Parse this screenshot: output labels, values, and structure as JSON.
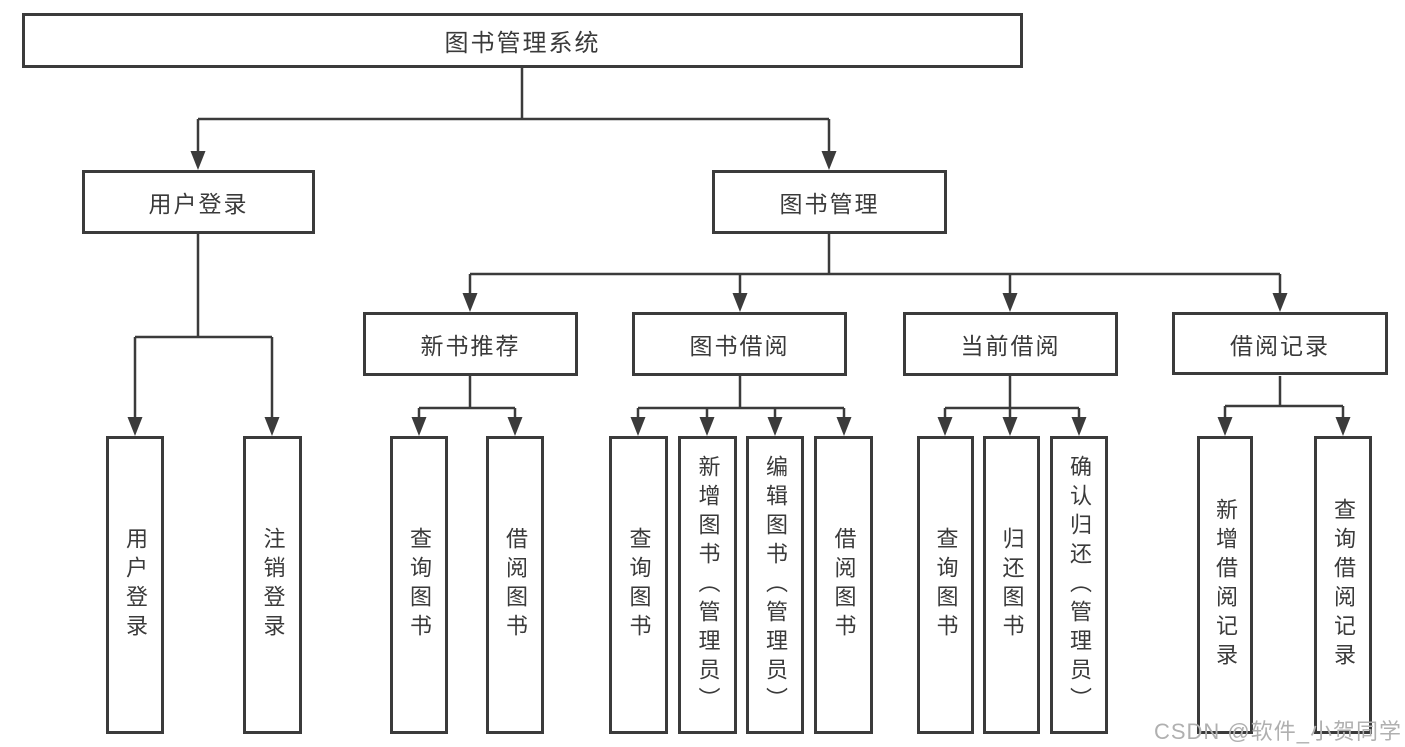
{
  "colors": {
    "line": "#3b3b3b",
    "text": "#3a3a3a",
    "box_background": "#ffffff",
    "page_background": "#ffffff",
    "watermark": "#b0b0b0"
  },
  "watermark": {
    "text": "CSDN @软件_小贺同学"
  },
  "diagram": {
    "type": "hierarchy-tree",
    "tree": {
      "label": "图书管理系统",
      "children": [
        {
          "label": "用户登录",
          "children": [
            {
              "label": "用户登录"
            },
            {
              "label": "注销登录"
            }
          ]
        },
        {
          "label": "图书管理",
          "children": [
            {
              "label": "新书推荐",
              "children": [
                {
                  "label": "查询图书"
                },
                {
                  "label": "借阅图书"
                }
              ]
            },
            {
              "label": "图书借阅",
              "children": [
                {
                  "label": "查询图书"
                },
                {
                  "label": "新增图书（管理员）"
                },
                {
                  "label": "编辑图书（管理员）"
                },
                {
                  "label": "借阅图书"
                }
              ]
            },
            {
              "label": "当前借阅",
              "children": [
                {
                  "label": "查询图书"
                },
                {
                  "label": "归还图书"
                },
                {
                  "label": "确认归还（管理员）"
                }
              ]
            },
            {
              "label": "借阅记录",
              "children": [
                {
                  "label": "新增借阅记录"
                },
                {
                  "label": "查询借阅记录"
                }
              ]
            }
          ]
        }
      ]
    }
  }
}
